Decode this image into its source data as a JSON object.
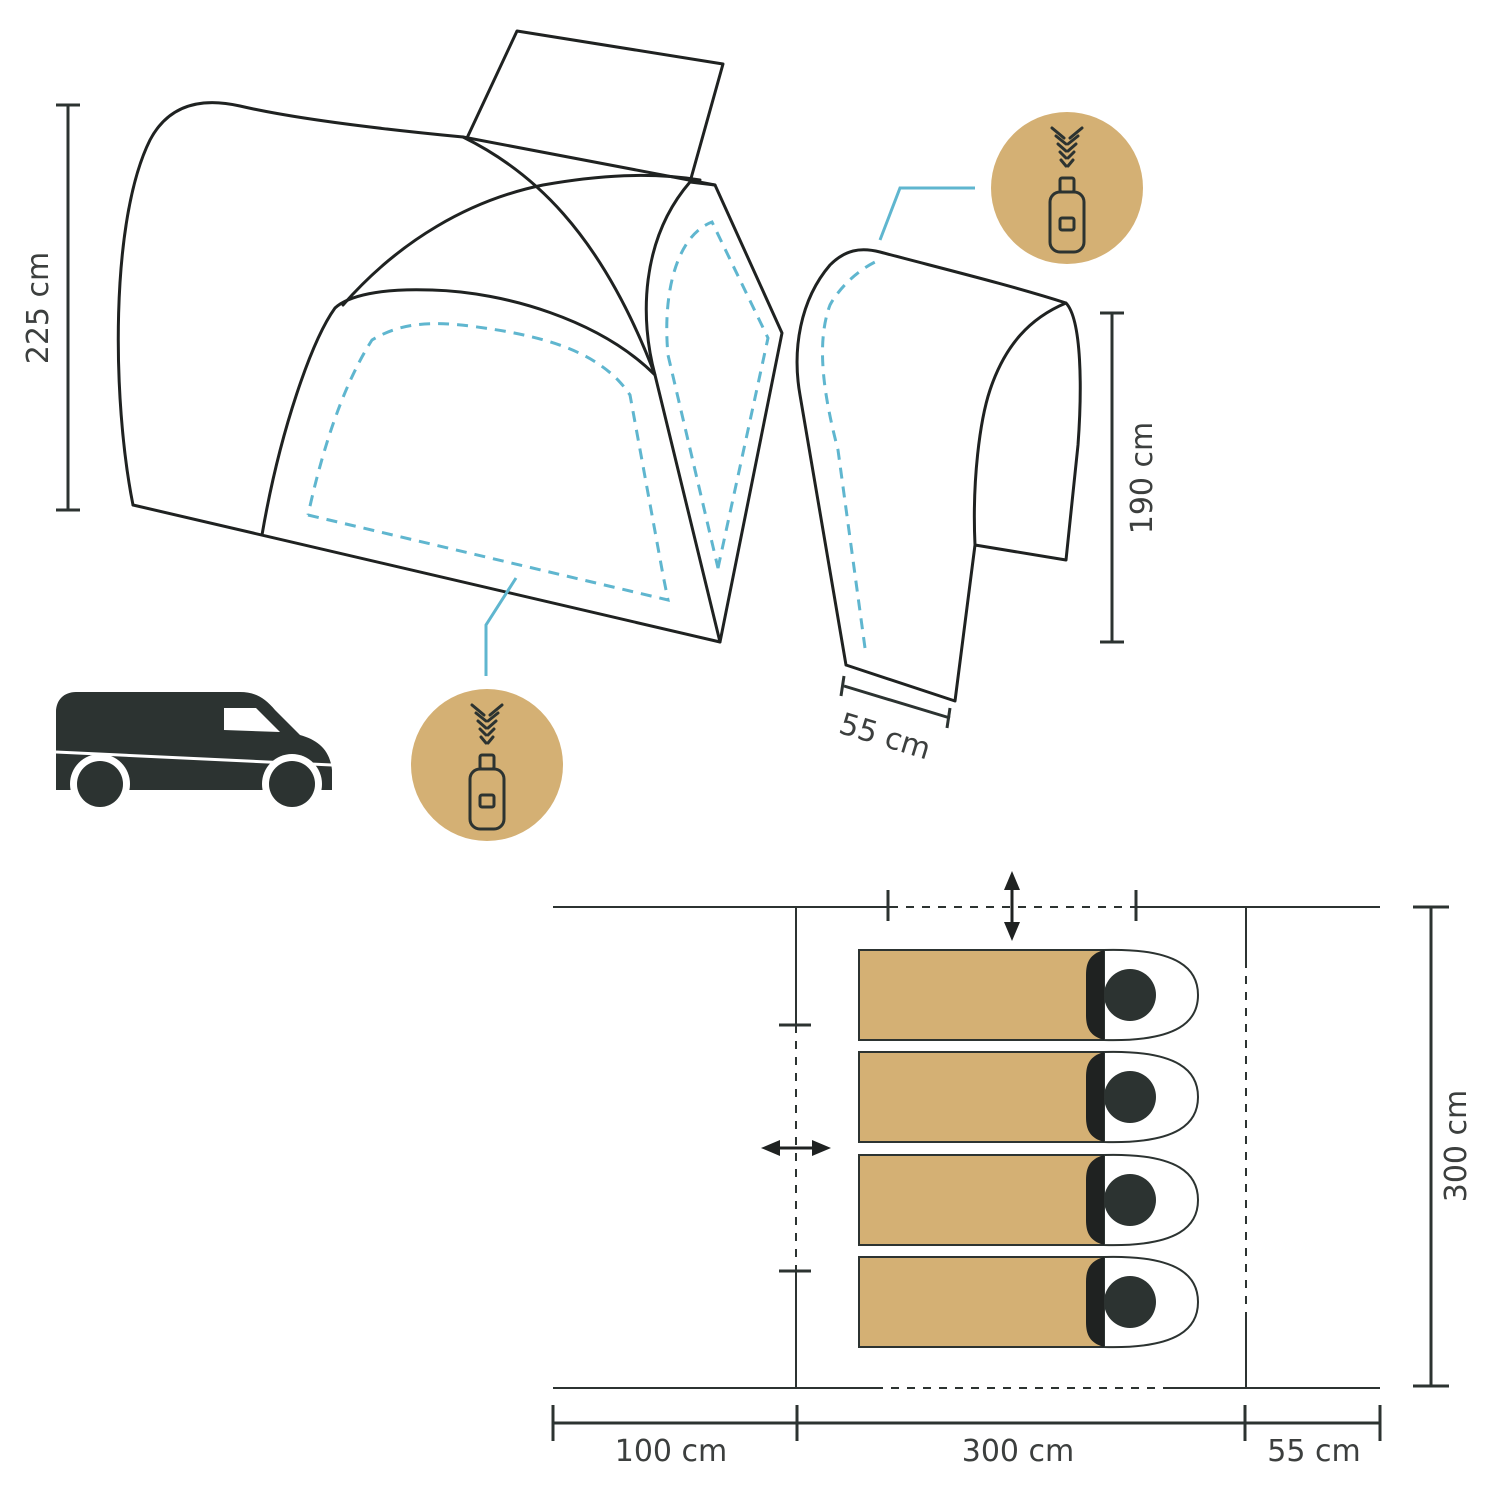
{
  "colors": {
    "outline": "#1f2221",
    "dim_line": "#2c3331",
    "zip_blue": "#5fb6cf",
    "tan": "#d4b074",
    "dark": "#2c3331"
  },
  "icons": [
    "zipper-icon",
    "van-icon",
    "double-arrow-icon",
    "sleeping-bag-icon"
  ],
  "labels": {
    "height_main": "225 cm",
    "height_annex": "190 cm",
    "annex_width": "55 cm",
    "floor_left": "100 cm",
    "floor_mid": "300 cm",
    "floor_right": "55 cm",
    "floor_depth": "300 cm"
  },
  "sleeping_bags": [
    {
      "name": "bag-1"
    },
    {
      "name": "bag-2"
    },
    {
      "name": "bag-3"
    },
    {
      "name": "bag-4"
    }
  ]
}
